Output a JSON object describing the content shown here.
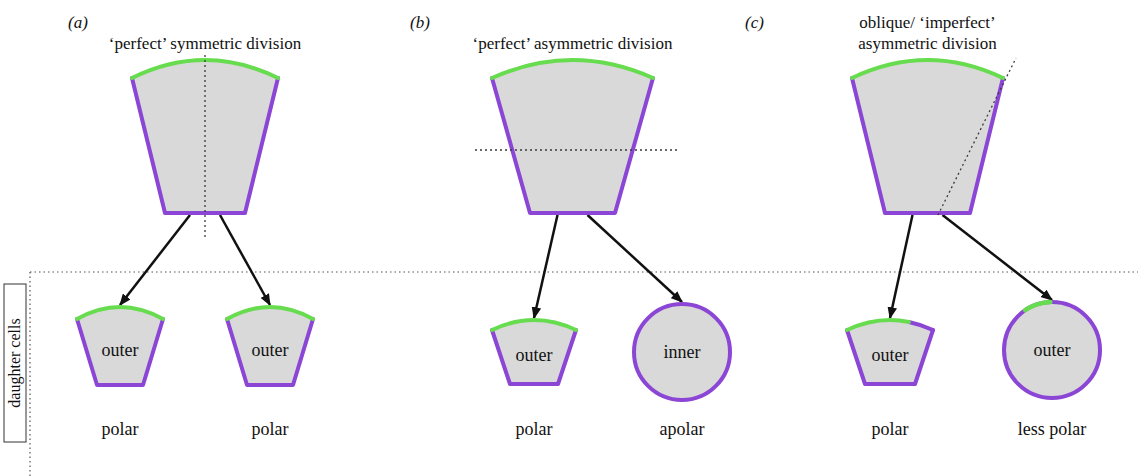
{
  "diagram": {
    "nodes": [
      {
        "text": [
          "(a)",
          "‘perfect’ symmetric division"
        ]
      },
      {
        "text": [
          "(b)",
          "‘perfect’ asymmetric division"
        ]
      },
      {
        "text": [
          "(c)",
          "oblique/ ‘imperfect’ asymmetric division"
        ]
      },
      {
        "text": [
          "outer",
          "polar"
        ]
      },
      {
        "text": [
          "outer",
          "polar"
        ]
      },
      {
        "text": [
          "outer",
          "polar"
        ]
      },
      {
        "text": [
          "inner",
          "apolar"
        ]
      },
      {
        "text": [
          "outer",
          "polar"
        ]
      },
      {
        "text": [
          "outer",
          "less polar"
        ]
      }
    ],
    "edges": [
      {
        "from": 0,
        "to": 3,
        "arrow": "to"
      },
      {
        "from": 0,
        "to": 4,
        "arrow": "to"
      },
      {
        "from": 1,
        "to": 5,
        "arrow": "to"
      },
      {
        "from": 1,
        "to": 6,
        "arrow": "to"
      },
      {
        "from": 2,
        "to": 7,
        "arrow": "to"
      },
      {
        "from": 2,
        "to": 8,
        "arrow": "to"
      }
    ],
    "labels": [
      "daughter cells"
    ]
  }
}
